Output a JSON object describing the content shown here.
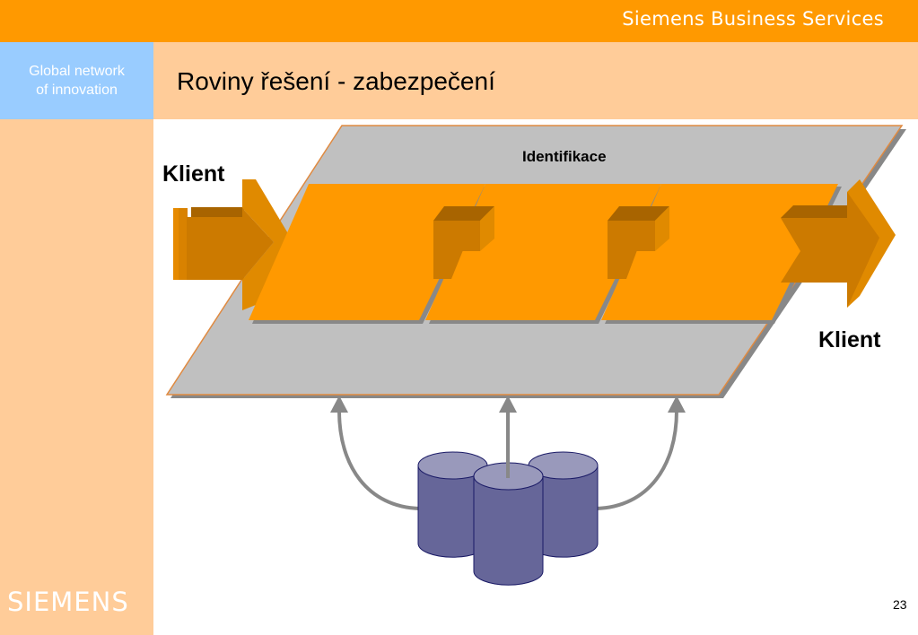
{
  "header": {
    "brand": "Siemens Business Services",
    "tagline_line1": "Global network",
    "tagline_line2": "of innovation",
    "title": "Roviny řešení - zabezpečení"
  },
  "footer": {
    "logo": "SIEMENS",
    "page_number": "23"
  },
  "diagram": {
    "platform_label": "Identifikace",
    "input_label": "Klient",
    "output_label": "Klient",
    "process_blocks": 3,
    "connectors": 2,
    "databases": 3,
    "colors": {
      "header_orange": "#ff9900",
      "panel_peach": "#ffcc99",
      "tagline_blue": "#99ccff",
      "platform_gray": "#c0c0c0",
      "block_orange": "#ff9900",
      "arrow_orange": "#cc7a00",
      "db_fill": "#666699",
      "db_top": "#9999bb",
      "link_gray": "#888888"
    }
  }
}
